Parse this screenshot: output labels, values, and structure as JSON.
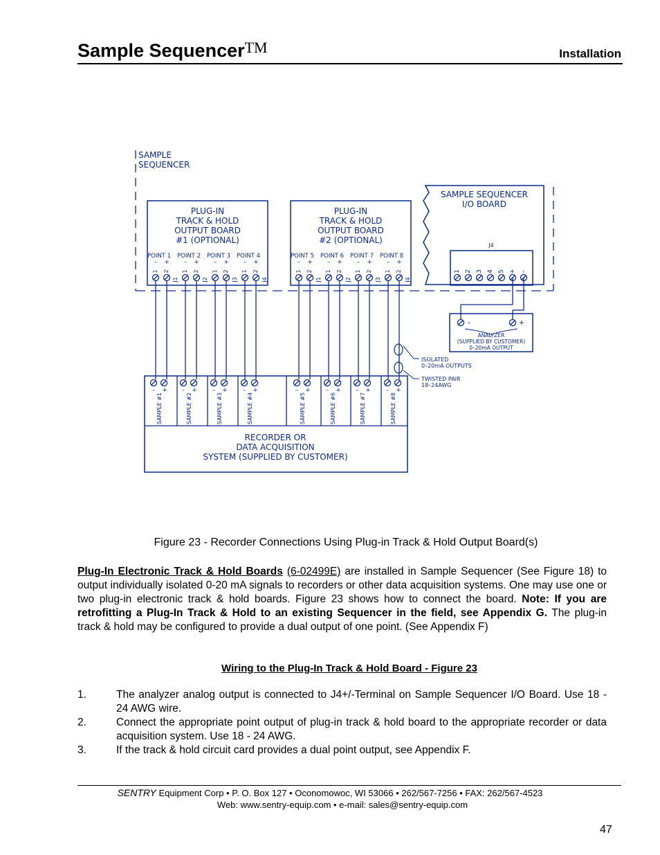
{
  "header": {
    "title": "Sample Sequencer",
    "trademark": "TM",
    "section": "Installation"
  },
  "diagram": {
    "enclosure_label": [
      "SAMPLE",
      "SEQUENCER"
    ],
    "board1": {
      "title_lines": [
        "PLUG-IN",
        "TRACK & HOLD",
        "OUTPUT BOARD",
        "#1 (OPTIONAL)"
      ],
      "points": [
        "POINT 1",
        "POINT 2",
        "POINT 3",
        "POINT 4"
      ],
      "jacks": [
        "J1",
        "J2",
        "J3",
        "J4"
      ]
    },
    "board2": {
      "title_lines": [
        "PLUG-IN",
        "TRACK & HOLD",
        "OUTPUT BOARD",
        "#2 (OPTIONAL)"
      ],
      "points": [
        "POINT 5",
        "POINT 6",
        "POINT 7",
        "POINT 8"
      ],
      "jacks": [
        "J1",
        "J2",
        "J3",
        "J4"
      ]
    },
    "io_board": {
      "title_lines": [
        "SAMPLE SEQUENCER",
        "I/O BOARD"
      ],
      "connector": "J4",
      "terminals": [
        "1",
        "2",
        "3",
        "4",
        "5",
        "+",
        "–"
      ]
    },
    "analyzer": {
      "lines": [
        "ANALYZER",
        "(SUPPLIED BY CUSTOMER)",
        "0–20mA OUTPUT"
      ],
      "minus": "–",
      "plus": "+"
    },
    "notes": {
      "isolated": [
        "ISOLATED",
        "0–20mA OUTPUTS"
      ],
      "twisted": [
        "TWISTED PAIR",
        "18–24AWG"
      ]
    },
    "recorder": {
      "lines": [
        "RECORDER OR",
        "DATA ACQUISITION",
        "SYSTEM (SUPPLIED BY CUSTOMER)"
      ],
      "samples": [
        "SAMPLE #1",
        "SAMPLE #2",
        "SAMPLE #3",
        "SAMPLE #4",
        "SAMPLE #5",
        "SAMPLE #6",
        "SAMPLE #7",
        "SAMPLE #8"
      ]
    },
    "pin_labels": [
      "1",
      "2"
    ],
    "polarity": [
      "–",
      "+"
    ]
  },
  "caption": "Figure 23 - Recorder Connections Using Plug-in Track & Hold Output Board(s)",
  "paragraph": {
    "lead": "Plug-In Electronic Track & Hold Boards",
    "part_no": "(6-02499E)",
    "text1": " are installed in Sample Sequencer (See Figure 18) to output individually isolated 0-20 mA signals to recorders or other data acquisition systems.  One may use one or two plug-in electronic track & hold boards. Figure 23 shows how to connect the board. ",
    "note": "Note:  If you are retrofitting a Plug-In Track & Hold to an existing Sequencer in the field, see Appendix G.",
    "text2": "  The plug-in track & hold may be configured to provide a dual output of one point.  (See Appendix F)"
  },
  "subheading": "Wiring to the Plug-In Track & Hold Board - Figure 23",
  "steps": [
    {
      "num": "1.",
      "text": "The analyzer analog output is connected to J4+/-Terminal on Sample Sequencer I/O Board.  Use 18 - 24 AWG wire."
    },
    {
      "num": "2.",
      "text": "Connect the appropriate point output of plug-in track & hold board to the appropriate recorder or data acquisition system.  Use 18 - 24 AWG."
    },
    {
      "num": "3.",
      "text": "If the track & hold circuit card provides a dual point output, see Appendix F."
    }
  ],
  "footer": {
    "company": "SENTRY",
    "line1": " Equipment Corp • P. O. Box 127 • Oconomowoc, WI  53066 • 262/567-7256 • FAX: 262/567-4523",
    "line2": "Web: www.sentry-equip.com • e-mail: sales@sentry-equip.com",
    "page": "47"
  }
}
